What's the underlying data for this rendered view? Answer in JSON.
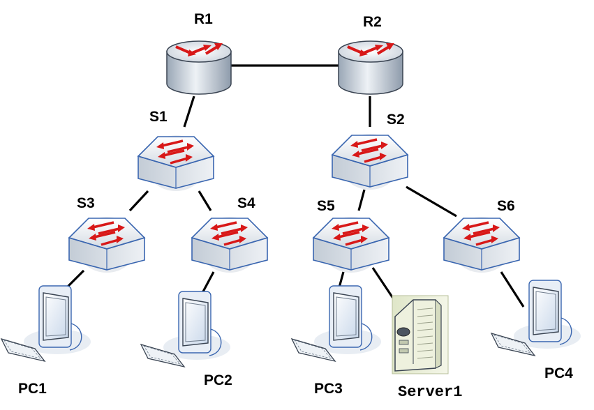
{
  "routers": [
    {
      "id": "r1",
      "label": "R1"
    },
    {
      "id": "r2",
      "label": "R2"
    }
  ],
  "switches": [
    {
      "id": "s1",
      "label": "S1"
    },
    {
      "id": "s2",
      "label": "S2"
    },
    {
      "id": "s3",
      "label": "S3"
    },
    {
      "id": "s4",
      "label": "S4"
    },
    {
      "id": "s5",
      "label": "S5"
    },
    {
      "id": "s6",
      "label": "S6"
    }
  ],
  "hosts": [
    {
      "id": "pc1",
      "label": "PC1",
      "kind": "workstation-icon"
    },
    {
      "id": "pc2",
      "label": "PC2",
      "kind": "workstation-icon"
    },
    {
      "id": "pc3",
      "label": "PC3",
      "kind": "workstation-icon"
    },
    {
      "id": "pc4",
      "label": "PC4",
      "kind": "workstation-icon"
    },
    {
      "id": "server1",
      "label": "Server1",
      "kind": "server-icon"
    }
  ],
  "links": [
    [
      "r1",
      "r2"
    ],
    [
      "r1",
      "s1"
    ],
    [
      "r2",
      "s2"
    ],
    [
      "s1",
      "s3"
    ],
    [
      "s1",
      "s4"
    ],
    [
      "s2",
      "s5"
    ],
    [
      "s2",
      "s6"
    ],
    [
      "s3",
      "pc1"
    ],
    [
      "s4",
      "pc2"
    ],
    [
      "s5",
      "pc3"
    ],
    [
      "s5",
      "server1"
    ],
    [
      "s6",
      "pc4"
    ]
  ],
  "colors": {
    "link": "#000000",
    "arrow": "#d81818",
    "router_body": "#d6dde6",
    "switch_face": "#e9edf2",
    "switch_edge": "#3a66b0"
  }
}
